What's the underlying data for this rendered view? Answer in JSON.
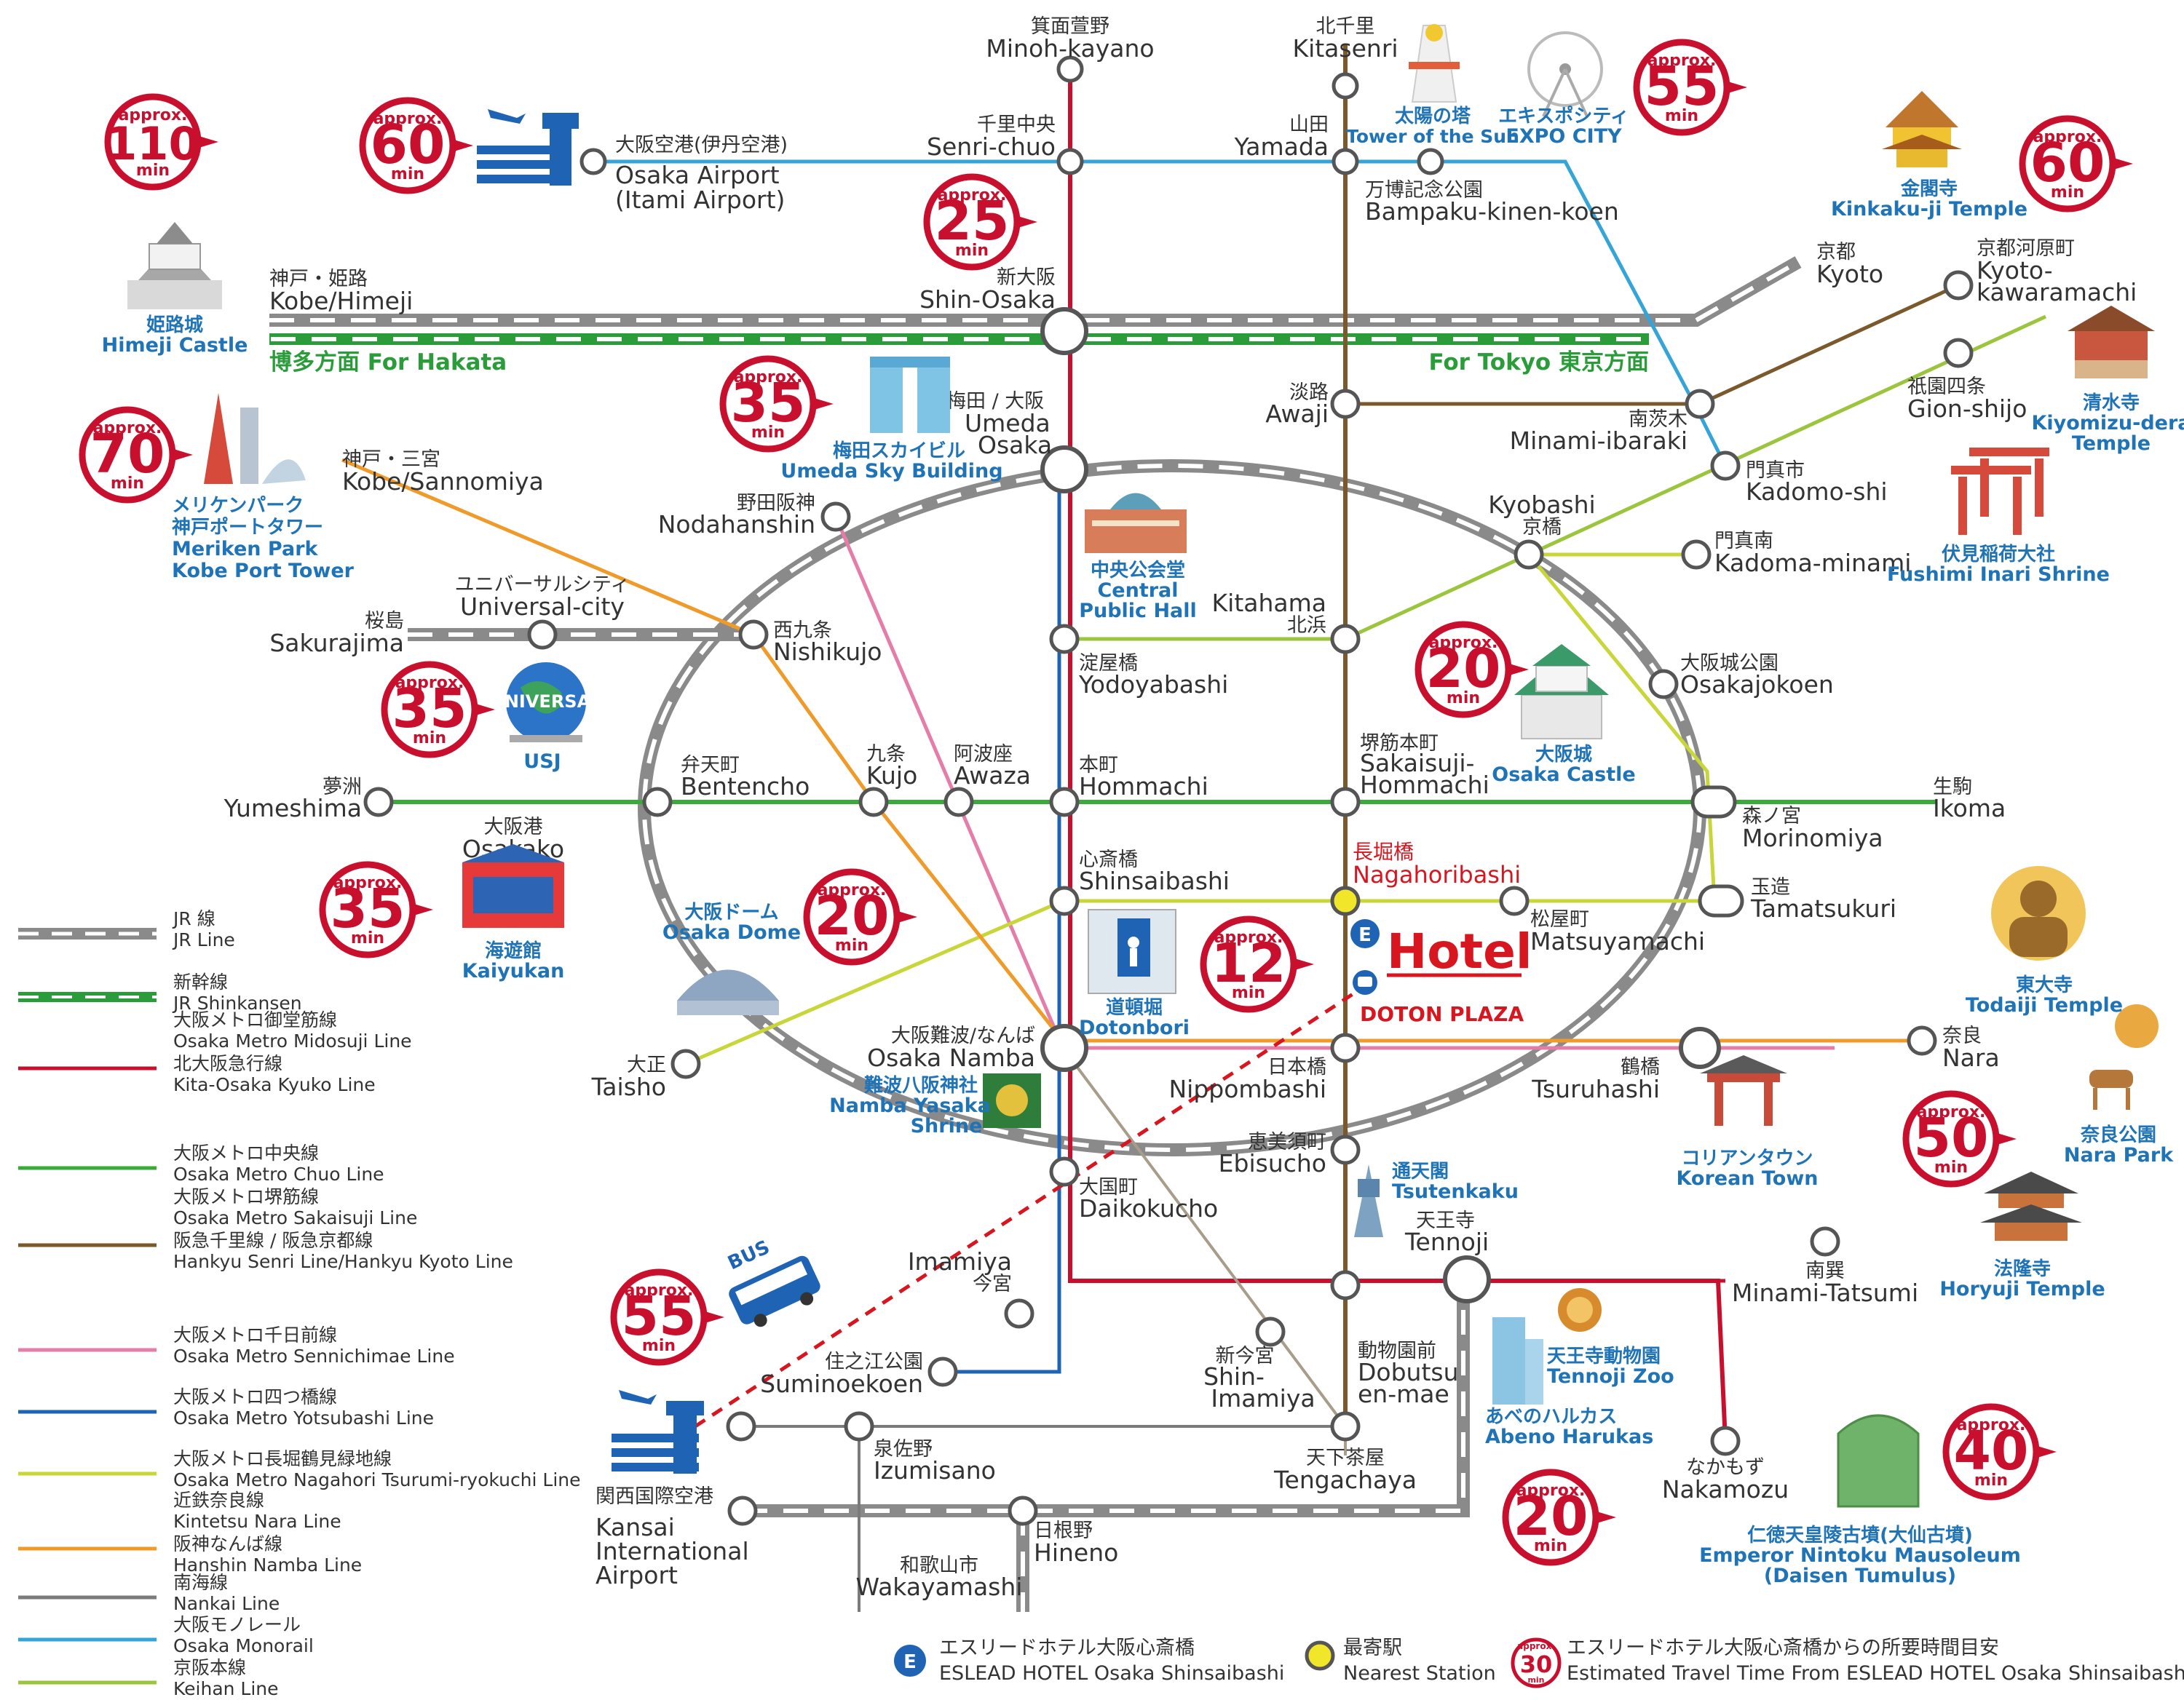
{
  "stations": {
    "minoh": {
      "jp": "箕面萱野",
      "en": "Minoh-kayano"
    },
    "kitasenri": {
      "jp": "北千里",
      "en": "Kitasenri"
    },
    "senri": {
      "jp": "千里中央",
      "en": "Senri-chuo"
    },
    "yamada": {
      "jp": "山田",
      "en": "Yamada"
    },
    "airport": {
      "jp": "大阪空港(伊丹空港)",
      "en": "Osaka Airport",
      "en2": "(Itami Airport)"
    },
    "bampaku": {
      "jp": "万博記念公園",
      "en": "Bampaku-kinen-koen"
    },
    "shinosaka": {
      "jp": "新大阪",
      "en": "Shin-Osaka"
    },
    "kobe": {
      "jp": "神戸・姫路",
      "en": "Kobe/Himeji"
    },
    "kyoto": {
      "jp": "京都",
      "en": "Kyoto"
    },
    "kyotokawaramachi": {
      "jp": "京都河原町",
      "en": "Kyoto-",
      "en2": "kawaramachi"
    },
    "gion": {
      "jp": "祇園四条",
      "en": "Gion-shijo"
    },
    "umeda": {
      "jp": "梅田 / 大阪",
      "en": "Umeda",
      "en2": "Osaka"
    },
    "awaji": {
      "jp": "淡路",
      "en": "Awaji"
    },
    "minamiibaraki": {
      "jp": "南茨木",
      "en": "Minami-ibaraki"
    },
    "kadomoshi": {
      "jp": "門真市",
      "en": "Kadomo-shi"
    },
    "sannomiya": {
      "jp": "神戸・三宮",
      "en": "Kobe/Sannomiya"
    },
    "noda": {
      "jp": "野田阪神",
      "en": "Nodahanshin"
    },
    "kyobashi": {
      "jp": "京橋",
      "en": "Kyobashi"
    },
    "kadomaminami": {
      "jp": "門真南",
      "en": "Kadoma-minami"
    },
    "universal": {
      "jp": "ユニバーサルシティ",
      "en": "Universal-city"
    },
    "sakurajima": {
      "jp": "桜島",
      "en": "Sakurajima"
    },
    "nishikujo": {
      "jp": "西九条",
      "en": "Nishikujo"
    },
    "kitahama": {
      "jp": "北浜",
      "en": "Kitahama"
    },
    "yodoyabashi": {
      "jp": "淀屋橋",
      "en": "Yodoyabashi"
    },
    "osakajokoen": {
      "jp": "大阪城公園",
      "en": "Osakajokoen"
    },
    "yumeshima": {
      "jp": "夢洲",
      "en": "Yumeshima"
    },
    "bentencho": {
      "jp": "弁天町",
      "en": "Bentencho"
    },
    "kujo": {
      "jp": "九条",
      "en": "Kujo"
    },
    "awaza": {
      "jp": "阿波座",
      "en": "Awaza"
    },
    "hommachi": {
      "jp": "本町",
      "en": "Hommachi"
    },
    "sakaisuji": {
      "jp": "堺筋本町",
      "en": "Sakaisuji-",
      "en2": "Hommachi"
    },
    "ikoma": {
      "jp": "生駒",
      "en": "Ikoma"
    },
    "morinomiya": {
      "jp": "森ノ宮",
      "en": "Morinomiya"
    },
    "osakako": {
      "jp": "大阪港",
      "en": "Osakako"
    },
    "shinsaibashi": {
      "jp": "心斎橋",
      "en": "Shinsaibashi"
    },
    "nagahoribashi": {
      "jp": "長堀橋",
      "en": "Nagahoribashi"
    },
    "tamatsukuri": {
      "jp": "玉造",
      "en": "Tamatsukuri"
    },
    "matsuyamachi": {
      "jp": "松屋町",
      "en": "Matsuyamachi"
    },
    "taisho": {
      "jp": "大正",
      "en": "Taisho"
    },
    "namba": {
      "jp": "大阪難波/なんば",
      "en": "Osaka Namba"
    },
    "nippombashi": {
      "jp": "日本橋",
      "en": "Nippombashi"
    },
    "nara": {
      "jp": "奈良",
      "en": "Nara"
    },
    "tsuruhashi": {
      "jp": "鶴橋",
      "en": "Tsuruhashi"
    },
    "ebisucho": {
      "jp": "恵美須町",
      "en": "Ebisucho"
    },
    "daikokucho": {
      "jp": "大国町",
      "en": "Daikokucho"
    },
    "tennoji": {
      "jp": "天王寺",
      "en": "Tennoji"
    },
    "imamiya": {
      "jp": "今宮",
      "en": "Imamiya"
    },
    "minamitatsumi": {
      "jp": "南巽",
      "en": "Minami-Tatsumi"
    },
    "shinimamiya": {
      "jp": "新今宮",
      "en": "Shin-",
      "en2": "Imamiya"
    },
    "dobutsuen": {
      "jp": "動物園前",
      "en": "Dobutsu",
      "en2": "en-mae"
    },
    "suminoekoen": {
      "jp": "住之江公園",
      "en": "Suminoekoen"
    },
    "izumisano": {
      "jp": "泉佐野",
      "en": "Izumisano"
    },
    "tengachaya": {
      "jp": "天下茶屋",
      "en": "Tengachaya"
    },
    "nakamozu": {
      "jp": "なかもず",
      "en": "Nakamozu"
    },
    "kansai": {
      "jp": "関西国際空港",
      "en": "Kansai",
      "en2": "International",
      "en3": "Airport"
    },
    "hineno": {
      "jp": "日根野",
      "en": "Hineno"
    },
    "wakayama": {
      "jp": "和歌山市",
      "en": "Wakayamashi"
    }
  },
  "directions": {
    "hakata": "博多方面 For Hakata",
    "tokyo": "For Tokyo 東京方面"
  },
  "spots": {
    "himeji": {
      "jp": "姫路城",
      "en": "Himeji Castle"
    },
    "meriken": {
      "jp": "メリケンパーク",
      "jp2": "神戸ポートタワー",
      "en": "Meriken Park",
      "en2": "Kobe Port Tower"
    },
    "tower_sun": {
      "jp": "太陽の塔",
      "en": "Tower of the Sun"
    },
    "expocity": {
      "jp": "エキスポシティ",
      "en": "EXPO CITY"
    },
    "kinkaku": {
      "jp": "金閣寺",
      "en": "Kinkaku-ji Temple"
    },
    "kiyomizu": {
      "jp": "清水寺",
      "en": "Kiyomizu-dera",
      "en2": "Temple"
    },
    "fushimi": {
      "jp": "伏見稲荷大社",
      "en": "Fushimi Inari Shrine"
    },
    "sky": {
      "jp": "梅田スカイビル",
      "en": "Umeda Sky Building"
    },
    "hall": {
      "jp": "中央公会堂",
      "en": "Central",
      "en2": "Public Hall"
    },
    "castle": {
      "jp": "大阪城",
      "en": "Osaka Castle"
    },
    "usj": {
      "en": "USJ",
      "globe": "NIVERSA"
    },
    "kaiyukan": {
      "jp": "海遊館",
      "en": "Kaiyukan"
    },
    "dome": {
      "jp": "大阪ドーム",
      "en": "Osaka Dome"
    },
    "dotonbori": {
      "jp": "道頓堀",
      "en": "Dotonbori"
    },
    "yasaka": {
      "jp": "難波八阪神社",
      "en": "Namba Yasaka",
      "en2": "Shrine"
    },
    "tsutenkaku": {
      "jp": "通天閣",
      "en": "Tsutenkaku"
    },
    "korean": {
      "jp": "コリアンタウン",
      "en": "Korean Town"
    },
    "todaiji": {
      "jp": "東大寺",
      "en": "Todaiji Temple"
    },
    "narapark": {
      "jp": "奈良公園",
      "en": "Nara Park"
    },
    "horyuji": {
      "jp": "法隆寺",
      "en": "Horyuji Temple"
    },
    "tennojizoo": {
      "jp": "天王寺動物園",
      "en": "Tennoji Zoo"
    },
    "harukas": {
      "jp": "あべのハルカス",
      "en": "Abeno Harukas"
    },
    "daisen": {
      "jp": "仁徳天皇陵古墳(大仙古墳)",
      "en": "Emperor Nintoku Mausoleum",
      "en2": "(Daisen Tumulus)"
    }
  },
  "badges": [
    {
      "id": "himeji",
      "top": "approx.",
      "num": "110",
      "bot": "min"
    },
    {
      "id": "itami",
      "top": "approx.",
      "num": "60",
      "bot": "min"
    },
    {
      "id": "shinosaka",
      "top": "approx.",
      "num": "25",
      "bot": "min"
    },
    {
      "id": "expo",
      "top": "approx.",
      "num": "55",
      "bot": "min"
    },
    {
      "id": "kinkaku",
      "top": "approx.",
      "num": "60",
      "bot": "min"
    },
    {
      "id": "meriken",
      "top": "approx.",
      "num": "70",
      "bot": "min"
    },
    {
      "id": "sky",
      "top": "approx.",
      "num": "35",
      "bot": "min"
    },
    {
      "id": "usj",
      "top": "approx.",
      "num": "35",
      "bot": "min"
    },
    {
      "id": "castle",
      "top": "approx.",
      "num": "20",
      "bot": "min"
    },
    {
      "id": "kaiyukan",
      "top": "approx.",
      "num": "35",
      "bot": "min"
    },
    {
      "id": "dome",
      "top": "approx.",
      "num": "20",
      "bot": "min"
    },
    {
      "id": "dotonbori",
      "top": "approx.",
      "num": "12",
      "bot": "min"
    },
    {
      "id": "nara",
      "top": "approx.",
      "num": "50",
      "bot": "min"
    },
    {
      "id": "kansai",
      "top": "approx.",
      "num": "55",
      "bot": "min"
    },
    {
      "id": "harukas",
      "top": "approx.",
      "num": "20",
      "bot": "min"
    },
    {
      "id": "daisen",
      "top": "approx.",
      "num": "40",
      "bot": "min"
    }
  ],
  "hotel": {
    "label": "Hotel",
    "bus_stop": "DOTON PLAZA",
    "bus": "BUS",
    "icon_letter": "E"
  },
  "legend": [
    {
      "jp": "JR 線",
      "en": "JR Line",
      "color": "#8a8a8a",
      "style": "jr"
    },
    {
      "jp": "新幹線",
      "en": "JR Shinkansen",
      "color": "#2a9d3a",
      "style": "shinkansen"
    },
    {
      "jp": "大阪メトロ御堂筋線",
      "en": "Osaka Metro Midosuji Line",
      "jp2": "北大阪急行線",
      "en2": "Kita-Osaka Kyuko Line",
      "color": "#c8102e",
      "style": "solid"
    },
    {
      "jp": "大阪メトロ中央線",
      "en": "Osaka Metro Chuo Line",
      "color": "#3aab3a",
      "style": "solid"
    },
    {
      "jp": "大阪メトロ堺筋線",
      "en": "Osaka Metro Sakaisuji Line",
      "jp2": "阪急千里線 / 阪急京都線",
      "en2": "Hankyu Senri Line/Hankyu Kyoto Line",
      "color": "#7a5a2c",
      "style": "solid"
    },
    {
      "jp": "大阪メトロ千日前線",
      "en": "Osaka Metro Sennichimae Line",
      "color": "#e67ca8",
      "style": "solid"
    },
    {
      "jp": "大阪メトロ四つ橋線",
      "en": "Osaka Metro Yotsubashi Line",
      "color": "#1f64b4",
      "style": "solid"
    },
    {
      "jp": "大阪メトロ長堀鶴見緑地線",
      "en": "Osaka Metro Nagahori Tsurumi-ryokuchi Line",
      "color": "#c8d63a",
      "style": "solid"
    },
    {
      "jp": "近鉄奈良線",
      "en": "Kintetsu Nara Line",
      "jp2": "阪神なんば線",
      "en2": "Hanshin Namba Line",
      "color": "#f09a2a",
      "style": "solid"
    },
    {
      "jp": "南海線",
      "en": "Nankai Line",
      "color": "#7b7b7b",
      "style": "solid"
    },
    {
      "jp": "大阪モノレール",
      "en": "Osaka Monorail",
      "color": "#35a4d8",
      "style": "solid"
    },
    {
      "jp": "京阪本線",
      "en": "Keihan Line",
      "color": "#9bc53d",
      "style": "solid"
    }
  ],
  "footer": {
    "hotel_jp": "エスリードホテル大阪心斎橋",
    "hotel_en": "ESLEAD HOTEL Osaka Shinsaibashi",
    "nearest_jp": "最寄駅",
    "nearest_en": "Nearest Station",
    "time_jp": "エスリードホテル大阪心斎橋からの所要時間目安",
    "time_en": "Estimated Travel Time From ESLEAD HOTEL Osaka Shinsaibashi",
    "badge_top": "approx.",
    "badge_num": "30",
    "badge_bot": "min"
  },
  "colors": {
    "red": "#c8102e",
    "jr": "#8a8a8a",
    "shinkansen": "#2a9d3a",
    "spot": "#1f73b7",
    "nearest": "#f1e62a"
  }
}
